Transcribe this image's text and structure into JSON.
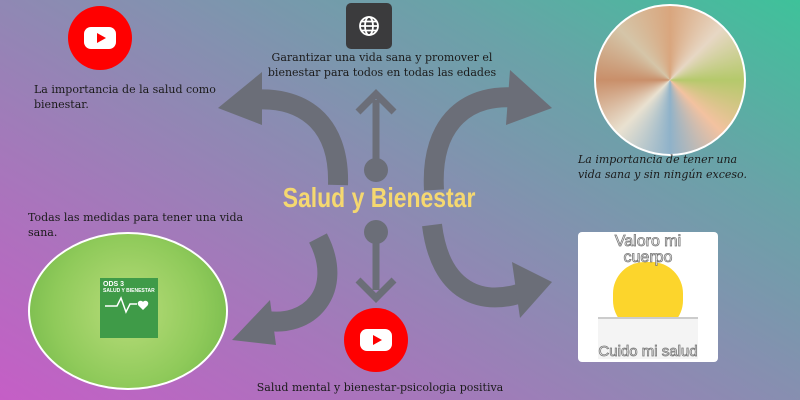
{
  "title": "Salud y Bienestar",
  "items": {
    "top_left": {
      "icon": "youtube-icon",
      "text": "La importancia de la salud como bienestar."
    },
    "top_center": {
      "icon": "globe-icon",
      "text_line1": "Garantizar una vida sana y promover el",
      "text_line2": "bienestar para todos en todas las edades"
    },
    "top_right": {
      "image": "healthy-lifestyle-collage",
      "text": "La importancia de tener una vida sana y sin ningún exceso."
    },
    "bottom_left": {
      "image": "ods-3-salud-y-bienestar",
      "text": "Todas las medidas para tener una vida sana.",
      "badge_title": "ODS 3",
      "badge_sub": "SALUD Y BIENESTAR"
    },
    "bottom_right": {
      "image": "homer-meme",
      "top_caption": "Valoro mi cuerpo",
      "bottom_caption": "Cuido mi salud"
    },
    "bottom_center": {
      "icon": "youtube-icon",
      "text": "Salud mental y bienestar-psicologia positiva"
    }
  },
  "colors": {
    "arrow": "#6b6e78",
    "title": "#f5d870",
    "youtube": "#ff0000"
  }
}
